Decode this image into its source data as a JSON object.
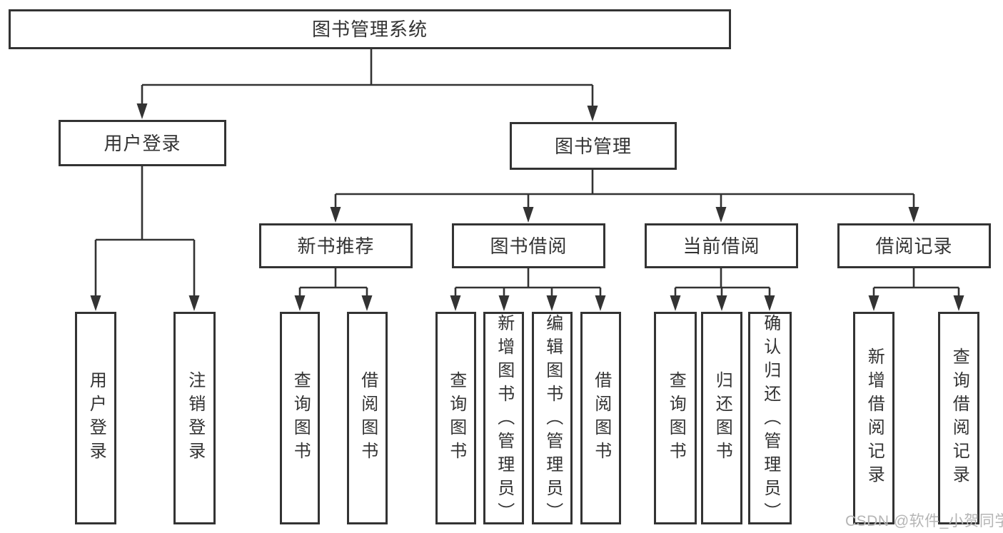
{
  "title": "图书管理系统",
  "tree": {
    "root": {
      "label": "图书管理系统"
    },
    "children": [
      {
        "label": "用户登录",
        "children": [
          {
            "label": "用户登录"
          },
          {
            "label": "注销登录"
          }
        ]
      },
      {
        "label": "图书管理",
        "children": [
          {
            "label": "新书推荐",
            "children": [
              {
                "label": "查询图书"
              },
              {
                "label": "借阅图书"
              }
            ]
          },
          {
            "label": "图书借阅",
            "children": [
              {
                "label": "查询图书"
              },
              {
                "label": "新增图书（管理员）"
              },
              {
                "label": "编辑图书（管理员）"
              },
              {
                "label": "借阅图书"
              }
            ]
          },
          {
            "label": "当前借阅",
            "children": [
              {
                "label": "查询图书"
              },
              {
                "label": "归还图书"
              },
              {
                "label": "确认归还（管理员）"
              }
            ]
          },
          {
            "label": "借阅记录",
            "children": [
              {
                "label": "新增借阅记录"
              },
              {
                "label": "查询借阅记录"
              }
            ]
          }
        ]
      }
    ]
  },
  "watermark": {
    "text": "CSDN @软件_小贺同学"
  },
  "colors": {
    "line": "#333333",
    "text": "#333333",
    "background": "#ffffff",
    "watermark": "#b5b5b5"
  }
}
